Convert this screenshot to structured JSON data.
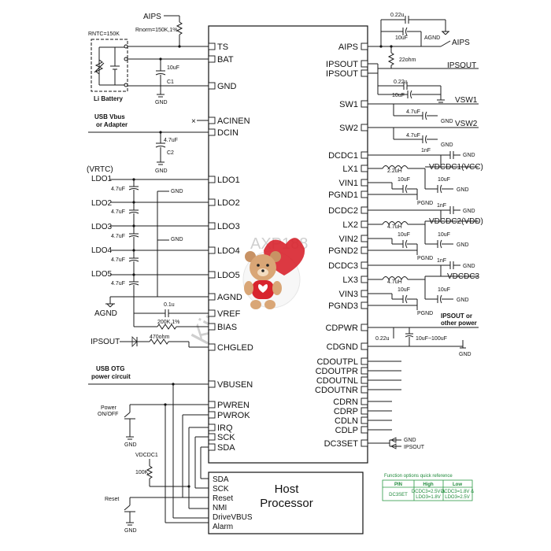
{
  "chip": {
    "title": "AXP188",
    "left_pins": [
      "TS",
      "BAT",
      "GND",
      "ACINEN",
      "DCIN",
      "LDO1",
      "LDO2",
      "LDO3",
      "LDO4",
      "LDO5",
      "AGND",
      "VREF",
      "BIAS",
      "CHGLED",
      "VBUSEN",
      "PWREN",
      "PWROK",
      "IRQ",
      "SCK",
      "SDA"
    ],
    "right_pins": [
      "AIPS",
      "IPSOUT",
      "IPSOUT",
      "SW1",
      "SW2",
      "DCDC1",
      "LX1",
      "VIN1",
      "PGND1",
      "DCDC2",
      "LX2",
      "VIN2",
      "PGND2",
      "DCDC3",
      "LX3",
      "VIN3",
      "PGND3",
      "CDPWR",
      "CDGND",
      "CDOUTPL",
      "CDOUTPR",
      "CDOUTNL",
      "CDOUTNR",
      "CDRN",
      "CDRP",
      "CDLN",
      "CDLP",
      "DC3SET"
    ]
  },
  "host": {
    "title_line1": "Host",
    "title_line2": "Processor",
    "pins": [
      "SDA",
      "SCK",
      "Reset",
      "NMI",
      "DriveVBUS",
      "Alarm"
    ]
  },
  "left_labels": {
    "aips": "AIPS",
    "rnorm": "Rnorm=150K,1%",
    "rntc": "RNTC=150K",
    "li_battery": "Li Battery",
    "c1_val": "10uF",
    "c1": "C1",
    "usb_vbus_1": "USB Vbus",
    "usb_vbus_2": "or Adapter",
    "c2_val": "4.7uF",
    "c2": "C2",
    "vrtc": "(VRTC)",
    "ldo1": "LDO1",
    "ldo2": "LDO2",
    "ldo3": "LDO3",
    "ldo4": "LDO4",
    "ldo5": "LDO5",
    "cap47_1": "4.7uF",
    "cap47_2": "4.7uF",
    "cap47_3": "4.7uF",
    "cap47_4": "4.7uF",
    "cap47_5": "4.7uF",
    "agnd_lbl": "AGND",
    "vref_cap": "0.1u",
    "bias_res": "200K,1%",
    "ipsout": "IPSOUT",
    "chgled_res": "470ohm",
    "usb_otg_1": "USB OTG",
    "usb_otg_2": "power circuit",
    "power_1": "Power",
    "power_2": "ON/OFF",
    "vdcdc1": "VDCDC1",
    "r100k": "100K",
    "reset": "Reset",
    "gnd": "GND"
  },
  "right_labels": {
    "c022_top": "0.22u",
    "c10_top": "10uF",
    "agnd": "AGND",
    "aips": "AIPS",
    "r22": "22ohm",
    "ipsout": "IPSOUT",
    "c022_b": "0.22u",
    "c10_b": "10uF",
    "vsw1": "VSW1",
    "vsw2": "VSW2",
    "c47_sw1": "4.7uF",
    "c47_sw2": "4.7uF",
    "c1nf_1": "1nF",
    "l1": "2.2uH",
    "vdcdc1": "VDCDC1(VCC)",
    "c10_1a": "10uF",
    "c10_1b": "10uF",
    "pgnd": "PGND",
    "c1nf_2": "1nF",
    "l2": "4.7uH",
    "vdcdc2": "VDCDC2(VDD)",
    "c10_2a": "10uF",
    "c10_2b": "10uF",
    "c1nf_3": "1nF",
    "l3": "4.7uH",
    "vdcdc3": "VDCDC3",
    "c10_3a": "10uF",
    "c10_3b": "10uF",
    "ipsout_other_1": "IPSOUT or",
    "ipsout_other_2": "other power",
    "c022_cd": "0.22u",
    "c10_100": "10uF~100uF",
    "gnd": "GND",
    "dc3set_gnd": "GND",
    "dc3set_ipsout": "IPSOUT"
  },
  "reference": {
    "title": "Function options quick reference",
    "headers": [
      "PIN",
      "High",
      "Low"
    ],
    "row_pin": "DC3SET",
    "high_1": "DCDC3=2.5V &",
    "high_2": "LDO3=1.8V",
    "low_1": "DCDC3=1.8V &",
    "low_2": "LDO3=2.5V"
  },
  "watermark": {
    "text": "Kingpower"
  },
  "colors": {
    "ink": "#111111",
    "reference_green": "#1f8a3a",
    "watermark": "#cfcfcf",
    "heart": "#d8242e"
  }
}
